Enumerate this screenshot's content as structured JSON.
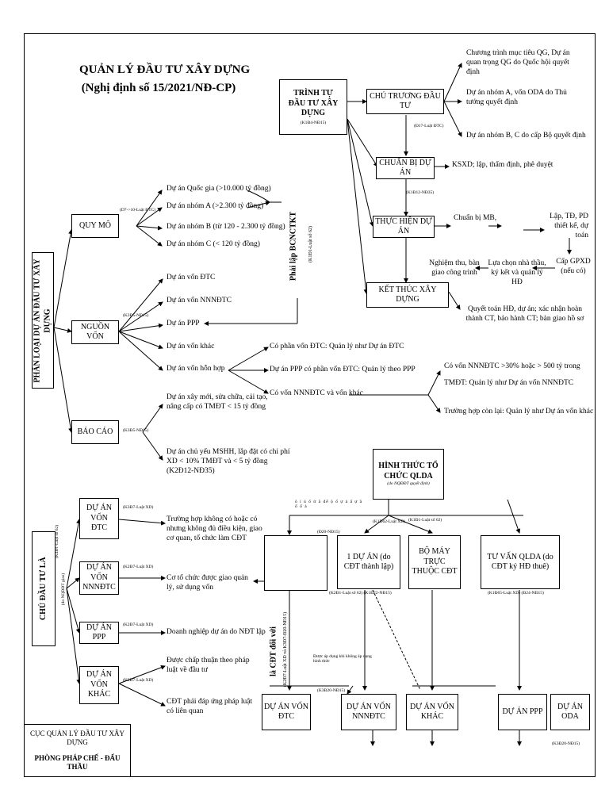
{
  "title": {
    "line1": "QUẢN LÝ ĐẦU TƯ XÂY DỰNG",
    "line2": "(Nghị định số 15/2021/NĐ-CP)"
  },
  "left_group_label": "PHÂN LOẠI DỰ ÁN ĐẦU TƯ XÂY DỰNG",
  "quy_mo": {
    "label": "QUY MÔ",
    "ref": "(D7->10-Luật ĐTC)",
    "items": [
      "Dự án Quốc gia (>10.000 tỷ đồng)",
      "Dự án nhóm A (>2.300 tỷ đồng)",
      "Dự án nhóm B (từ 120 - 2.300 tỷ đồng)",
      "Dự án nhóm C (< 120 tỷ đồng)"
    ]
  },
  "bcnctkt": {
    "label": "Phải lập BCNCTKT",
    "ref": "(K1Đ1-Luật số 62)"
  },
  "nguon_von": {
    "label": "NGUỒN VỐN",
    "ref": "(K2Đ5-NĐ15)",
    "items": [
      "Dự án vốn ĐTC",
      "Dự án vốn NNNĐTC",
      "Dự án PPP",
      "Dự án vốn khác",
      "Dự án vốn hỗn hợp"
    ]
  },
  "hon_hop": [
    "Có phần vốn ĐTC: Quản lý như Dự án ĐTC",
    "Dự án PPP có phần vốn ĐTC: Quản lý theo PPP",
    "Có vốn NNNĐTC và vốn khác"
  ],
  "nnndtc": {
    "line1": "Có vốn NNNĐTC >30% hoặc > 500 tỷ trong",
    "line2": "TMĐT: Quản lý như Dự án vốn NNNĐTC",
    "line3": "Trường hợp còn lại: Quản lý như Dự án vốn khác"
  },
  "bao_cao": {
    "label": "BÁO CÁO",
    "ref": "(K3Đ5-NĐ15)",
    "item1": "Dự án xây mới, sửa chữa, cải tạo, nâng cấp có TMĐT < 15 tỷ đồng",
    "item2": "Dự án chủ yếu MSHH, lắp đặt có chi phí XD < 10% TMĐT và < 5 tỷ đồng (K2Đ12-NĐ35)"
  },
  "trinh_tu": {
    "label": "TRÌNH TỰ ĐẦU TƯ XÂY DỰNG",
    "ref": "(K1Đ4-NĐ15)"
  },
  "chu_truong": {
    "label": "CHỦ TRƯƠNG ĐẦU TƯ",
    "ref": "(Đ17-Luật ĐTC)",
    "items": [
      "Chương trình mục tiêu QG, Dự án quan trọng QG do Quốc hội quyết định",
      "Dự án nhóm A, vốn ODA do Thủ tướng quyết định",
      "Dự án nhóm B, C do cấp Bộ quyết định"
    ]
  },
  "chuan_bi": {
    "label": "CHUẨN BỊ DỰ ÁN",
    "ref": "(K1Đ12-NĐ35)",
    "note": "KSXD; lập, thẩm định, phê duyệt"
  },
  "thuc_hien": {
    "label": "THỰC HIỆN DỰ ÁN",
    "chuan_bi_mb": "Chuẩn bị MB,",
    "lap_td": "Lập, TĐ, PD thiết kế, dự toán",
    "cap_gpxd": "Cấp GPXD (nếu có)",
    "lua_chon": "Lựa chọn nhà thầu, ký kết và quản lý HĐ",
    "nghiem_thu": "Nghiệm thu, bàn giao công trình"
  },
  "ket_thuc": {
    "label": "KẾT THÚC XÂY DỰNG",
    "note": "Quyết toán HĐ, dự án; xác nhận hoàn thành CT, bảo hành CT; bàn giao hồ sơ"
  },
  "hinh_thuc": {
    "label": "HÌNH THỨC TỔ CHỨC QLDA",
    "sub": "(do NQĐĐT quyết định)",
    "ref1": "(K1Đ62-Luật XD)",
    "ref2": "(K1Đ1-Luật số 62)",
    "ref3": "(Đ20-NĐ15)",
    "noise": "ô í ú ố ử ắ để ộ ố ự ả ấ ự ầ ố ố ả"
  },
  "cdt_box": {
    "label": "là CĐT đối với",
    "ref": "(K2Đ7-Luật XD và K3Đ7-Đ20-NĐ15)"
  },
  "qlda_boxes": [
    {
      "label": "1 DỰ ÁN (do CĐT thành lập)",
      "ref": "(K2Đ1-Luật số 62) (K1Đ22-NĐ15)"
    },
    {
      "label": "BỘ MÁY TRỰC THUỘC CĐT",
      "ref": ""
    },
    {
      "label": "TƯ VẤN QLDA (do CĐT ký HĐ thuê)",
      "ref": "(K1Đ65-Luật XD) (Đ24-NĐ15)"
    }
  ],
  "duoc_ap_dung": "Được áp dụng khi không áp dụng hình thức",
  "ref_k3d20": "(K3Đ20-NĐ15)",
  "bottom_boxes": [
    "DỰ ÁN VỐN ĐTC",
    "DỰ ÁN VỐN NNNĐTC",
    "DỰ ÁN VỐN KHÁC",
    "DỰ ÁN PPP",
    "DỰ ÁN ODA"
  ],
  "chu_dau_tu": {
    "label": "CHỦ ĐẦU TƯ LÀ",
    "sub": "(do NQĐĐT giao)",
    "ref": "(K4Đ1-Luật số 62)"
  },
  "cdt_rows": [
    {
      "box": "DỰ ÁN VỐN ĐTC",
      "ref": "(K3Đ7-Luật XD)",
      "text": "Trường hợp không có hoặc có nhưng không đủ điều kiện, giao cơ quan, tổ chức làm CĐT"
    },
    {
      "box": "DỰ ÁN VỐN NNNĐTC",
      "ref": "(K2Đ7-Luật XD)",
      "text": "Cơ tổ chức được giao quản lý, sử dụng vốn"
    },
    {
      "box": "DỰ ÁN PPP",
      "ref": "(K2Đ7-Luật XD)",
      "text": "Doanh nghiệp dự án do NĐT lập"
    },
    {
      "box": "DỰ ÁN VỐN KHÁC",
      "ref": "(K2Đ7-Luật XD)",
      "text1": "Được chấp thuận theo pháp luật về đầu tư",
      "text2": "CĐT phải đáp ứng pháp luật có liên quan"
    }
  ],
  "footer": {
    "line1": "CỤC QUẢN LÝ ĐẦU TƯ XÂY DỰNG",
    "line2": "PHÒNG PHÁP CHẾ - ĐẤU THẦU"
  }
}
